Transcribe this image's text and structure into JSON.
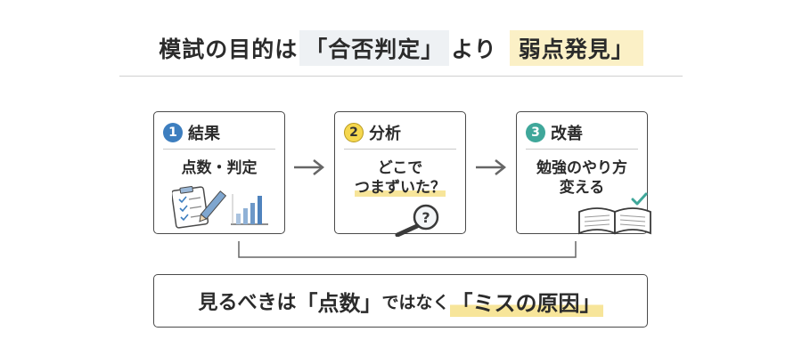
{
  "title": {
    "prefix": "模試の目的は",
    "gray_phrase": "「合否判定」",
    "middle": "より",
    "yellow_phrase": "弱点発見」"
  },
  "cards": [
    {
      "number": "1",
      "label": "結果",
      "body_line1": "点数・判定",
      "body_line2": ""
    },
    {
      "number": "2",
      "label": "分析",
      "body_line1": "どこで",
      "body_line2": "つまずいた？"
    },
    {
      "number": "3",
      "label": "改善",
      "body_line1": "勉強のやり方",
      "body_line2": "変える"
    }
  ],
  "bottom": {
    "prefix": "見るべきは",
    "phrase1": "「点数」",
    "middle": "ではなく",
    "phrase2": "「ミスの原因」"
  },
  "colors": {
    "accent_blue": "#3d7ebf",
    "accent_yellow": "#f5d74f",
    "accent_teal": "#3fa79a",
    "highlight_yellow": "#fbf0c6"
  }
}
